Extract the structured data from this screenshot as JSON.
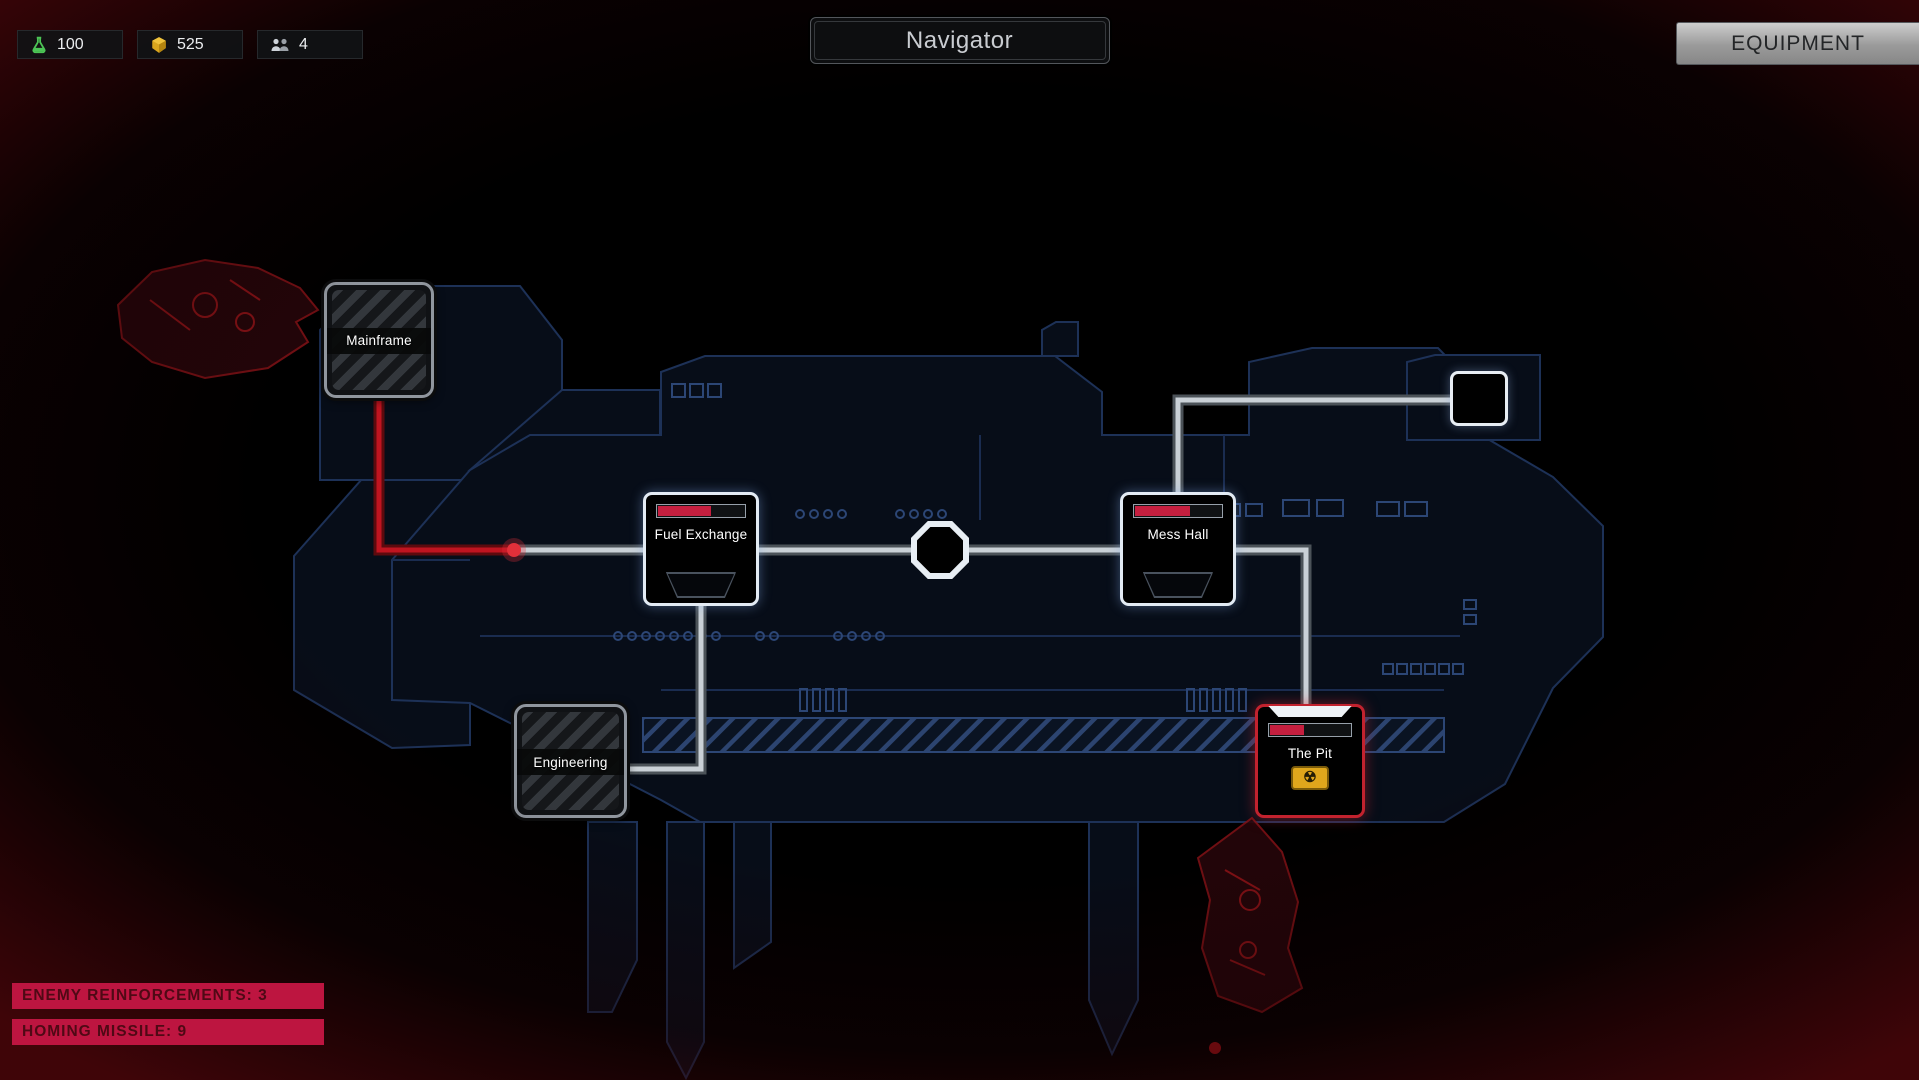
{
  "hud": {
    "title": "Navigator",
    "equipment_label": "EQUIPMENT",
    "resources": [
      {
        "icon": "flask-icon",
        "value": "100",
        "color": "#4cc455"
      },
      {
        "icon": "cube-icon",
        "value": "525",
        "color": "#d9a51e"
      },
      {
        "icon": "crew-icon",
        "value": "4",
        "color": "#cdd2d8"
      }
    ]
  },
  "map": {
    "nodes": {
      "mainframe": {
        "label": "Mainframe",
        "type": "armored"
      },
      "fuel_exchange": {
        "label": "Fuel Exchange",
        "type": "active",
        "health_pct": 60
      },
      "mess_hall": {
        "label": "Mess Hall",
        "type": "active",
        "health_pct": 62
      },
      "the_pit": {
        "label": "The Pit",
        "type": "alarm",
        "health_pct": 42,
        "hazard_icon": "radiation-icon",
        "hazard_glyph": "☢"
      },
      "engineering": {
        "label": "Engineering",
        "type": "armored"
      },
      "unknown": {
        "label": "",
        "type": "unknown"
      },
      "junction": {
        "label": "",
        "type": "junction"
      }
    }
  },
  "alerts": [
    {
      "label": "ENEMY REINFORCEMENTS: 3"
    },
    {
      "label": "HOMING MISSILE: 9"
    }
  ],
  "colors": {
    "alert_bg": "#bd1540",
    "alert_text": "#4f0915",
    "pipe_grey": "#c9d0d6",
    "pipe_red": "#c01420",
    "breach_dot": "#e2303a",
    "node_active_border": "#e3ebf4",
    "node_alarm_border": "#c2222e",
    "node_armored_border": "#90969e",
    "health_bar_fill": "#c51f3f",
    "hazard_yellow": "#dfa61c",
    "hull_line": "#1d3157"
  }
}
